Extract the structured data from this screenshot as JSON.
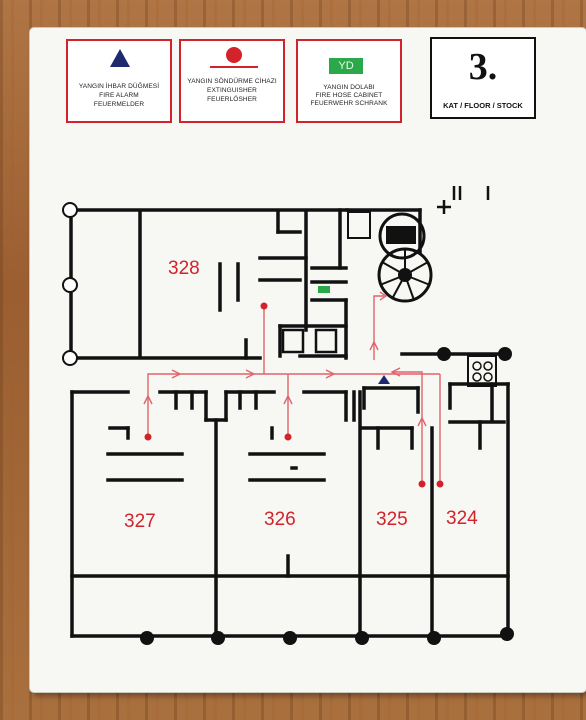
{
  "legend": {
    "alarm": {
      "line1": "YANGIN İHBAR DÜĞMESİ",
      "line2": "FIRE ALARM",
      "line3": "FEUERMELDER",
      "icon": "triangle-icon",
      "color": "#1f2a6e"
    },
    "extinguisher": {
      "line1": "YANGIN SÖNDÜRME CİHAZI",
      "line2": "EXTINGUISHER",
      "line3": "FEUERLÖSHER",
      "icon": "red-dot-icon",
      "color": "#d2232a"
    },
    "hose": {
      "badge": "YD",
      "line1": "YANGIN DOLABI",
      "line2": "FIRE HOSE CABINET",
      "line3": "FEUERWEHR SCHRANK",
      "color": "#2aa84a"
    }
  },
  "floor": {
    "number": "3.",
    "label": "KAT / FLOOR / STOCK"
  },
  "rooms": {
    "r328": "328",
    "r327": "327",
    "r326": "326",
    "r325": "325",
    "r324": "324"
  },
  "colors": {
    "wall": "#111111",
    "route": "#e0646c",
    "red": "#d2232a"
  }
}
